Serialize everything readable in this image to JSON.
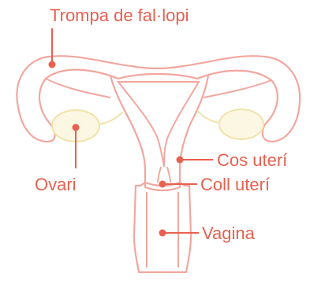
{
  "labels": {
    "fallopian_tube": "Trompa de fal·lopi",
    "ovary": "Ovari",
    "uterus_body": "Cos uterí",
    "cervix": "Coll uterí",
    "vagina": "Vagina"
  },
  "colors": {
    "outline": "#F2A79F",
    "label_text": "#E8604F",
    "dot": "#E8604F",
    "ovary_fill": "#FBF7E3",
    "ovary_stroke": "#F2E3A8",
    "background": "#FFFFFF"
  }
}
